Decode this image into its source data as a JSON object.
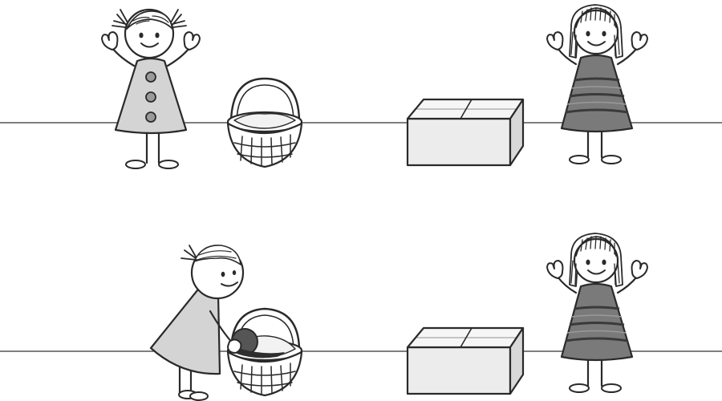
{
  "scenes": [
    {
      "panel": 1,
      "characters": [
        "girl-with-pigtails",
        "girl-with-striped-dress"
      ],
      "objects": [
        "basket",
        "box"
      ],
      "ball_in_basket": false
    },
    {
      "panel": 2,
      "characters": [
        "girl-with-pigtails",
        "girl-with-striped-dress"
      ],
      "objects": [
        "basket",
        "box"
      ],
      "ball_in_basket": true
    }
  ],
  "colors": {
    "ink": "#2a2a2a",
    "dress_light": "#d4d4d4",
    "dress_dark": "#7a7a7a",
    "dress_stripe": "#3a3a3a",
    "box_fill": "#ececec",
    "ball": "#555555",
    "ball_shadow": "#2e2e2e"
  }
}
